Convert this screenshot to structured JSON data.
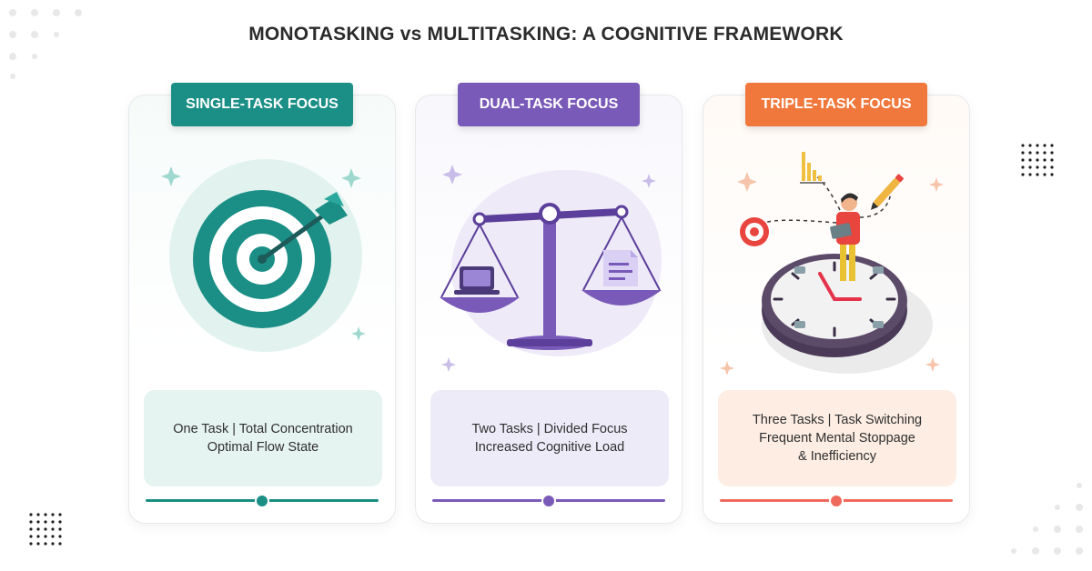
{
  "title": "MONOTASKING vs MULTITASKING: A COGNITIVE FRAMEWORK",
  "colors": {
    "teal": "#1b8f86",
    "purple": "#7a5ab8",
    "orange": "#f0783c",
    "coral": "#ef6a5c"
  },
  "cards": [
    {
      "label": "SINGLE-TASK FOCUS",
      "icon": "target-dart-icon",
      "lines": [
        "One Task | Total Concentration",
        "Optimal Flow State"
      ],
      "slider_level": 0.5
    },
    {
      "label": "DUAL-TASK FOCUS",
      "icon": "balance-scale-icon",
      "lines": [
        "Two Tasks | Divided Focus",
        "Increased Cognitive Load"
      ],
      "slider_level": 0.5
    },
    {
      "label": "TRIPLE-TASK FOCUS",
      "icon": "clock-juggling-person-icon",
      "lines": [
        "Three Tasks | Task Switching",
        "Frequent Mental Stoppage",
        "& Inefficiency"
      ],
      "slider_level": 0.5
    }
  ]
}
